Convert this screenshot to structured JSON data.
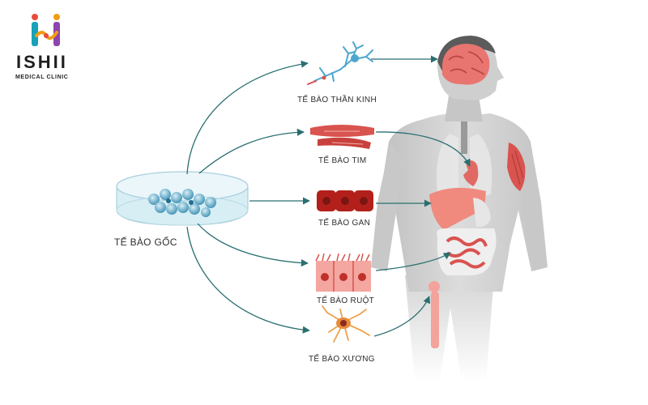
{
  "brand": {
    "name": "ISHII",
    "subtitle": "MEDICAL CLINIC"
  },
  "source": {
    "label": "TẾ BÀO GỐC"
  },
  "targets": [
    {
      "label": "TẾ BÀO THẦN KINH",
      "organ": "brain"
    },
    {
      "label": "TẾ BÀO TIM",
      "organ": "heart"
    },
    {
      "label": "TẾ BÀO GAN",
      "organ": "liver"
    },
    {
      "label": "TẾ BÀO RUỘT",
      "organ": "intestine"
    },
    {
      "label": "TẾ BÀO XƯƠNG",
      "organ": "bone"
    }
  ],
  "colors": {
    "arrow": "#2a6f70",
    "tissue": "#d9534f",
    "body": "#cfcfcf",
    "dish": "#9fd4e6"
  }
}
